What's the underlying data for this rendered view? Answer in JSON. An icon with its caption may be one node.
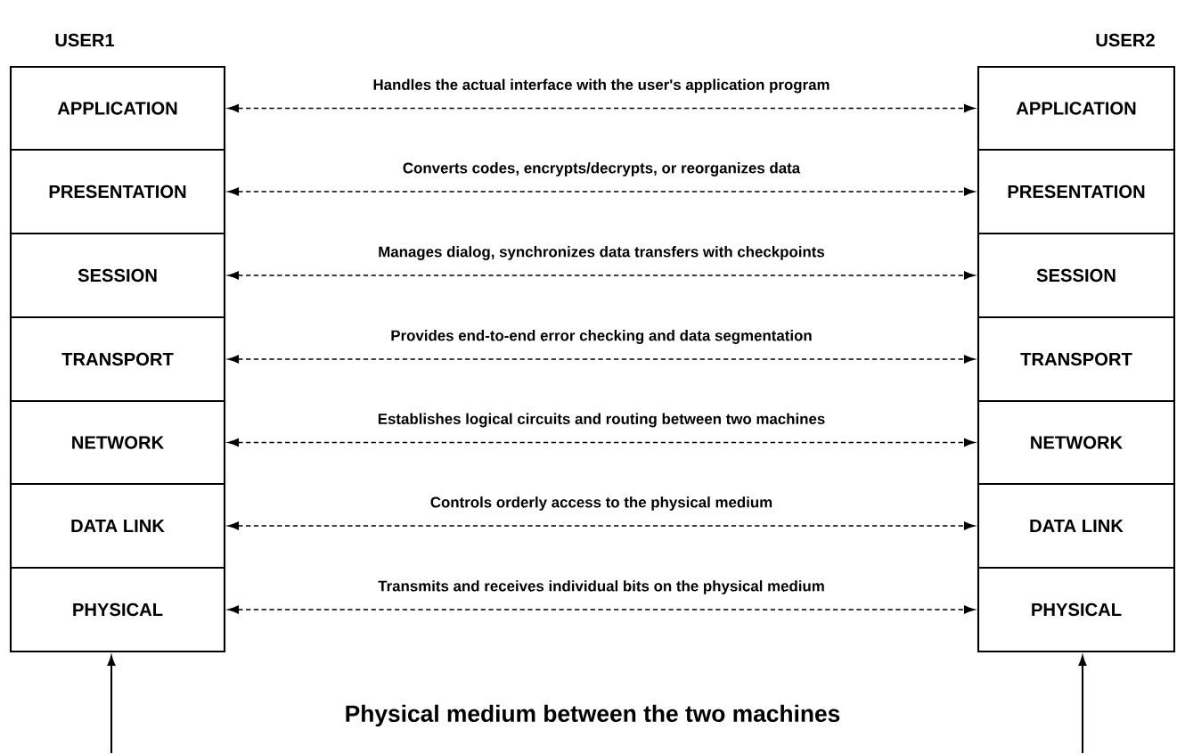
{
  "diagram": {
    "nodes": [
      {
        "text": [
          "APPLICATION"
        ]
      },
      {
        "text": [
          "PRESENTATION"
        ]
      },
      {
        "text": [
          "SESSION"
        ]
      },
      {
        "text": [
          "TRANSPORT"
        ]
      },
      {
        "text": [
          "NETWORK"
        ]
      },
      {
        "text": [
          "DATA LINK"
        ]
      },
      {
        "text": [
          "PHYSICAL"
        ]
      },
      {
        "text": [
          "APPLICATION"
        ]
      },
      {
        "text": [
          "PRESENTATION"
        ]
      },
      {
        "text": [
          "SESSION"
        ]
      },
      {
        "text": [
          "TRANSPORT"
        ]
      },
      {
        "text": [
          "NETWORK"
        ]
      },
      {
        "text": [
          "DATA LINK"
        ]
      },
      {
        "text": [
          "PHYSICAL"
        ]
      }
    ],
    "edges": [
      {
        "from": 0,
        "to": 7,
        "arrow": "both",
        "style": "dashed",
        "label": "Handles the actual interface with the user's application program"
      },
      {
        "from": 1,
        "to": 8,
        "arrow": "both",
        "style": "dashed",
        "label": "Converts codes, encrypts/decrypts, or reorganizes data"
      },
      {
        "from": 2,
        "to": 9,
        "arrow": "both",
        "style": "dashed",
        "label": "Manages dialog, synchronizes data transfers with checkpoints"
      },
      {
        "from": 3,
        "to": 10,
        "arrow": "both",
        "style": "dashed",
        "label": "Provides end-to-end error checking and data segmentation"
      },
      {
        "from": 4,
        "to": 11,
        "arrow": "both",
        "style": "dashed",
        "label": "Establishes logical circuits and routing between two machines"
      },
      {
        "from": 5,
        "to": 12,
        "arrow": "both",
        "style": "dashed",
        "label": "Controls orderly access to the physical medium"
      },
      {
        "from": 6,
        "to": 13,
        "arrow": "both",
        "style": "dashed",
        "label": "Transmits and receives individual bits on the physical medium"
      },
      {
        "from": null,
        "to": 6,
        "arrow": "to"
      },
      {
        "from": null,
        "to": 13,
        "arrow": "to"
      }
    ],
    "labels": [
      "USER1",
      "USER2",
      "Physical medium between the two machines"
    ]
  }
}
